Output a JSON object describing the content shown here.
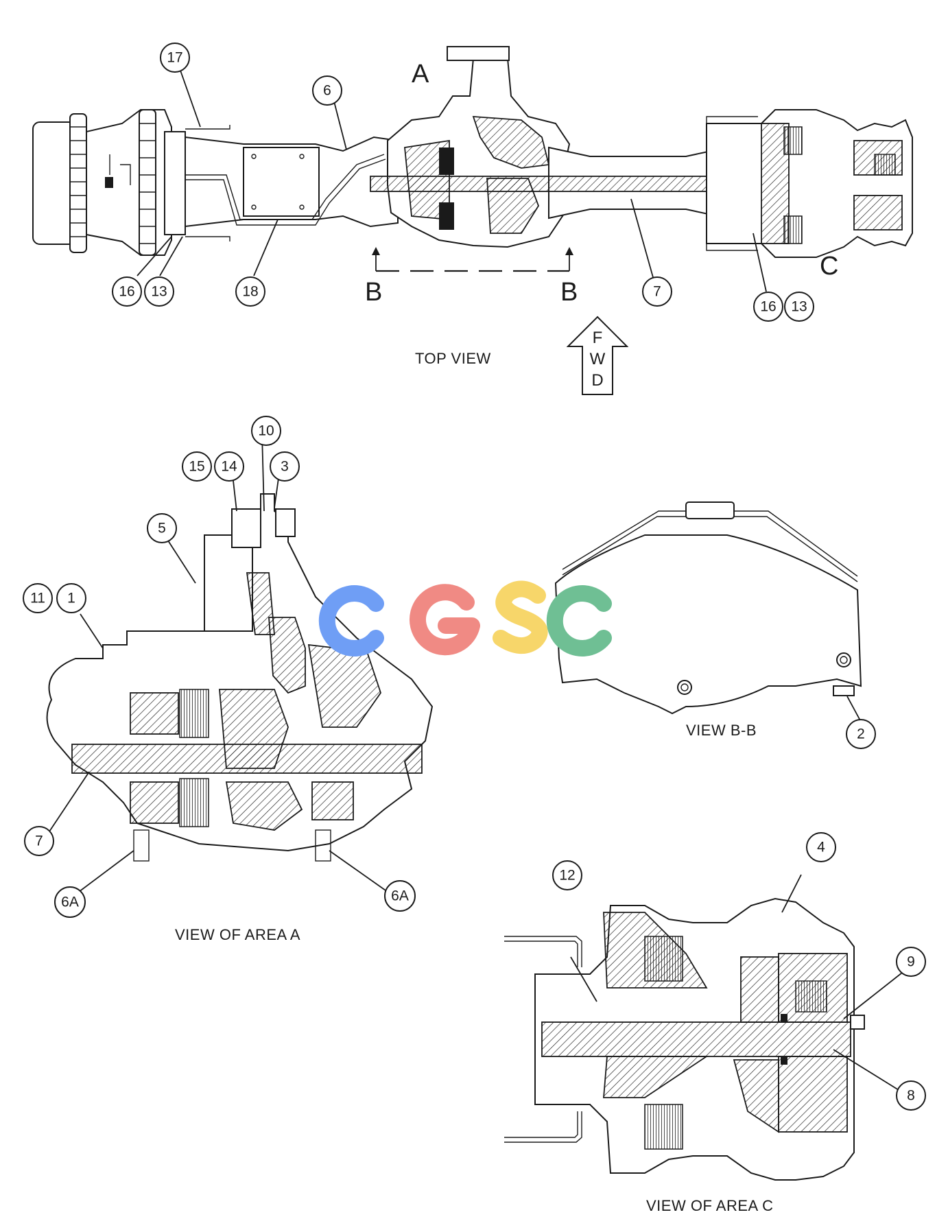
{
  "captions": {
    "top_view": "TOP VIEW",
    "view_bb": "VIEW B-B",
    "view_area_a": "VIEW OF AREA A",
    "view_area_c": "VIEW OF AREA C"
  },
  "area_letters": {
    "a": "A",
    "c": "C",
    "b_left": "B",
    "b_right": "B"
  },
  "fwd_arrow": [
    "F",
    "W",
    "D"
  ],
  "watermark": {
    "text": "CGSC",
    "colors": [
      "#6f9ef5",
      "#f08a84",
      "#f7d66a",
      "#6fbf94"
    ]
  },
  "callouts": {
    "c17": "17",
    "c6": "6",
    "c16a": "16",
    "c13a": "13",
    "c18": "18",
    "c7a": "7",
    "c16b": "16",
    "c13b": "13",
    "c10": "10",
    "c15": "15",
    "c14": "14",
    "c3": "3",
    "c5": "5",
    "c11": "11",
    "c1": "1",
    "c7b": "7",
    "c6a_left": "6A",
    "c6a_right": "6A",
    "c2": "2",
    "c4": "4",
    "c12": "12",
    "c9": "9",
    "c8": "8"
  }
}
